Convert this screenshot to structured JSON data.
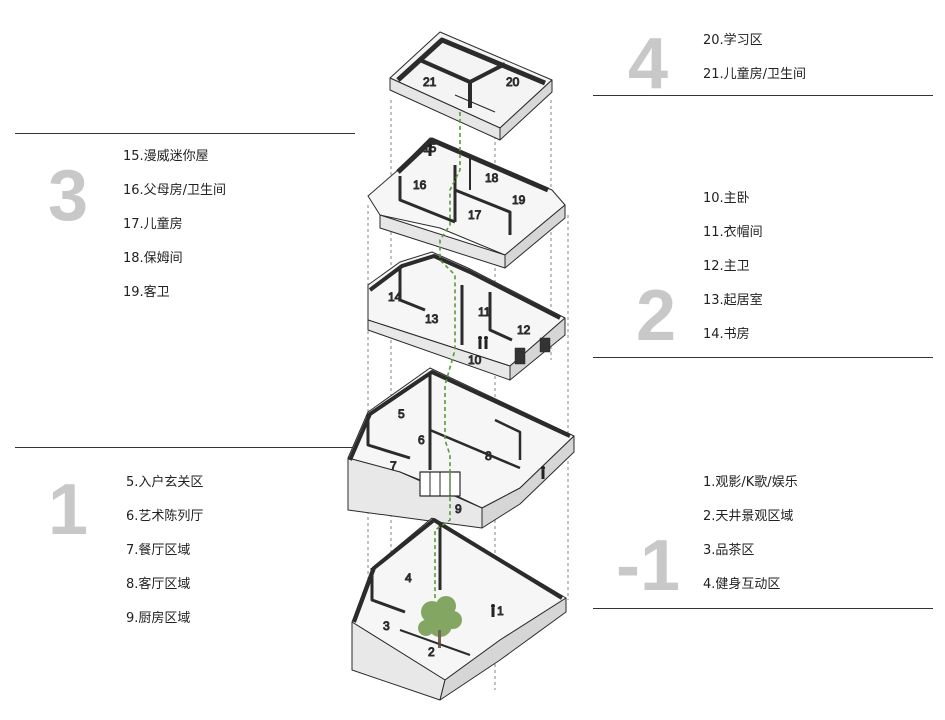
{
  "sections": [
    {
      "key": "floor4",
      "number": "4",
      "items": [
        "20.学习区",
        "21.儿童房/卫生间"
      ]
    },
    {
      "key": "floor3",
      "number": "3",
      "items": [
        "15.漫威迷你屋",
        "16.父母房/卫生间",
        "17.儿童房",
        "18.保姆间",
        "19.客卫"
      ]
    },
    {
      "key": "floor2",
      "number": "2",
      "items": [
        "10.主卧",
        "11.衣帽间",
        "12.主卫",
        "13.起居室",
        "14.书房"
      ]
    },
    {
      "key": "floor1",
      "number": "1",
      "items": [
        "5.入户玄关区",
        "6.艺术陈列厅",
        "7.餐厅区域",
        "8.客厅区域",
        "9.厨房区域"
      ]
    },
    {
      "key": "basement",
      "number": "-1",
      "items": [
        "1.观影/K歌/娱乐",
        "2.天井景观区域",
        "3.品茶区",
        "4.健身互动区"
      ]
    }
  ],
  "room_labels": {
    "r1": "1",
    "r2": "2",
    "r3": "3",
    "r4": "4",
    "r5": "5",
    "r6": "6",
    "r7": "7",
    "r8": "8",
    "r9": "9",
    "r10": "10",
    "r11": "11",
    "r12": "12",
    "r13": "13",
    "r14": "14",
    "r15": "15",
    "r16": "16",
    "r17": "17",
    "r18": "18",
    "r19": "19",
    "r20": "20",
    "r21": "21"
  },
  "colors": {
    "big_number": "#c8c8c8",
    "wall": "#2b2b2b",
    "stair_path": "#5a9a3a",
    "tree": "#6f9a4a"
  }
}
